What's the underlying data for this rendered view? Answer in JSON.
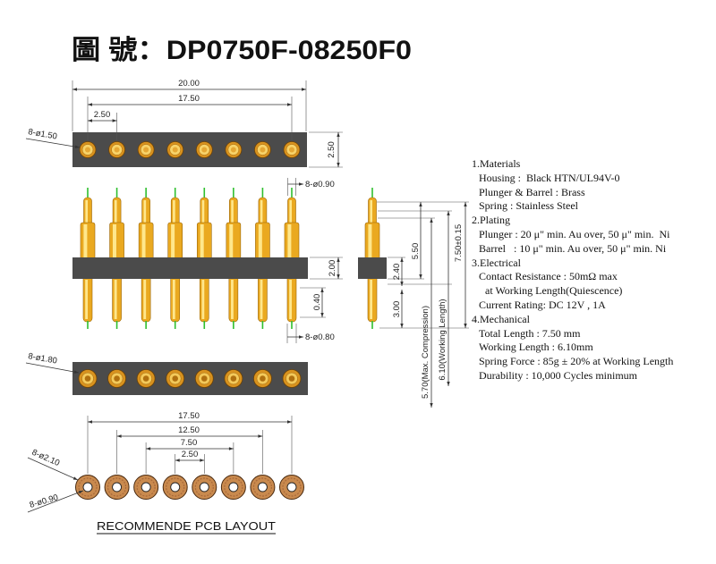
{
  "title": "圖 號：DP0750F-08250F0",
  "pin_count": 8,
  "colors": {
    "housing": "#4b4b4b",
    "pin_gold": "#eaa920",
    "pin_highlight": "#ffe78c",
    "tip_green": "#2fbf2f",
    "hole_ring": "#d8921e",
    "pcb_pad": "#c98a4e"
  },
  "top_view": {
    "overall_length": "20.00",
    "pitch_span": "17.50",
    "pitch": "2.50",
    "housing_width": "2.50",
    "hole_label": "8-ø1.50"
  },
  "front_view": {
    "tip_diameter": "8-ø0.90",
    "housing_height": "2.00",
    "offset": "0.40",
    "tail_diameter": "8-ø0.80"
  },
  "side_view": {
    "upper_length": "5.50",
    "barrel_height": "2.40",
    "tail_length": "3.00",
    "total_length": "7.50±0.15",
    "max_compression": "5.70(Max. Compression)",
    "working_length": "6.10(Working Length)"
  },
  "bottom_view": {
    "hole_label": "8-ø1.80"
  },
  "pcb_layout": {
    "span_1": "17.50",
    "span_2": "12.50",
    "span_3": "7.50",
    "span_4": "2.50",
    "pad_label": "8-ø2.10",
    "hole_label": "8-ø0.90",
    "caption": "RECOMMENDE PCB LAYOUT"
  },
  "specs": [
    {
      "heading": "1.Materials",
      "items": [
        "Housing :  Black HTN/UL94V-0",
        "Plunger & Barrel : Brass",
        "Spring : Stainless Steel"
      ]
    },
    {
      "heading": "2.Plating",
      "items": [
        "Plunger : 20 μ\" min. Au over, 50 μ\" min.  Ni",
        "Barrel   : 10 μ\" min. Au over, 50 μ\" min. Ni"
      ]
    },
    {
      "heading": "3.Electrical",
      "items": [
        "Contact Resistance : 50mΩ max",
        "at Working Length(Quiescence)",
        "Current Rating: DC 12V , 1A"
      ]
    },
    {
      "heading": "4.Mechanical",
      "items": [
        "Total Length : 7.50 mm",
        "Working Length : 6.10mm",
        "Spring Force : 85g ± 20% at Working Length",
        "Durability : 10,000 Cycles minimum"
      ]
    }
  ]
}
